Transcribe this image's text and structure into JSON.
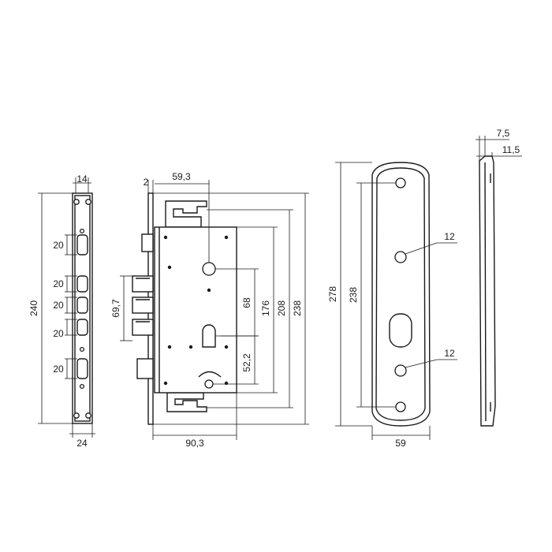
{
  "strike_plate": {
    "width_top": "14",
    "width_bottom": "24",
    "height": "240",
    "slot_spacing": [
      "20",
      "20",
      "20",
      "20",
      "20"
    ]
  },
  "lock_body": {
    "offset": "2",
    "cam_offset": "59,3",
    "bolt_pitch": "69,7",
    "backset": "68",
    "cyl_to_follower": "52,2",
    "height_176": "176",
    "height_208": "208",
    "height_238": "238",
    "depth": "90,3"
  },
  "escutcheon": {
    "height": "278",
    "hole_spacing": "238",
    "hole_upper": "12",
    "hole_lower": "12",
    "width": "59"
  },
  "side_profile": {
    "thickness_outer": "7,5",
    "thickness_total": "11,5"
  }
}
